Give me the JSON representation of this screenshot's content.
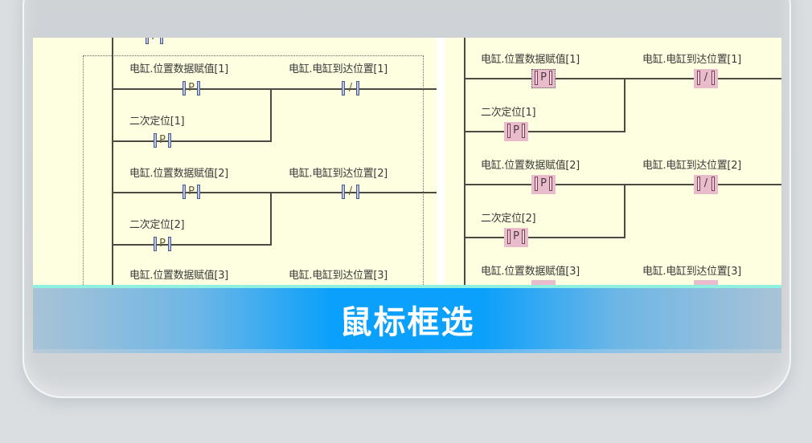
{
  "banner": {
    "title": "鼠标框选"
  },
  "colors": {
    "ladder_background": "#fefee0",
    "selection_highlight": "#e8bccb",
    "banner_blue": "#0aa0fb",
    "banner_top_accent": "#8ff0e0"
  },
  "left_panel": {
    "state": "before-selection",
    "rungs": [
      {
        "contact_label": "电缸.位置数据赋值[1]",
        "contact_symbol": "P",
        "branch_label": "二次定位[1]",
        "branch_symbol": "P",
        "output_label": "电缸.电缸到达位置[1]",
        "output_symbol": "/"
      },
      {
        "contact_label": "电缸.位置数据赋值[2]",
        "contact_symbol": "P",
        "branch_label": "二次定位[2]",
        "branch_symbol": "P",
        "output_label": "电缸.电缸到达位置[2]",
        "output_symbol": "/"
      },
      {
        "contact_label": "电缸.位置数据赋值[3]",
        "output_label": "电缸.电缸到达位置[3]"
      }
    ],
    "top_partial_symbol": "P"
  },
  "right_panel": {
    "state": "after-selection",
    "rungs": [
      {
        "contact_label": "电缸.位置数据赋值[1]",
        "contact_symbol": "P",
        "branch_label": "二次定位[1]",
        "branch_symbol": "P",
        "output_label": "电缸.电缸到达位置[1]",
        "output_symbol": "/"
      },
      {
        "contact_label": "电缸.位置数据赋值[2]",
        "contact_symbol": "P",
        "branch_label": "二次定位[2]",
        "branch_symbol": "P",
        "output_label": "电缸.电缸到达位置[2]",
        "output_symbol": "/"
      },
      {
        "contact_label": "电缸.位置数据赋值[3]",
        "output_label": "电缸.电缸到达位置[3]"
      }
    ]
  }
}
